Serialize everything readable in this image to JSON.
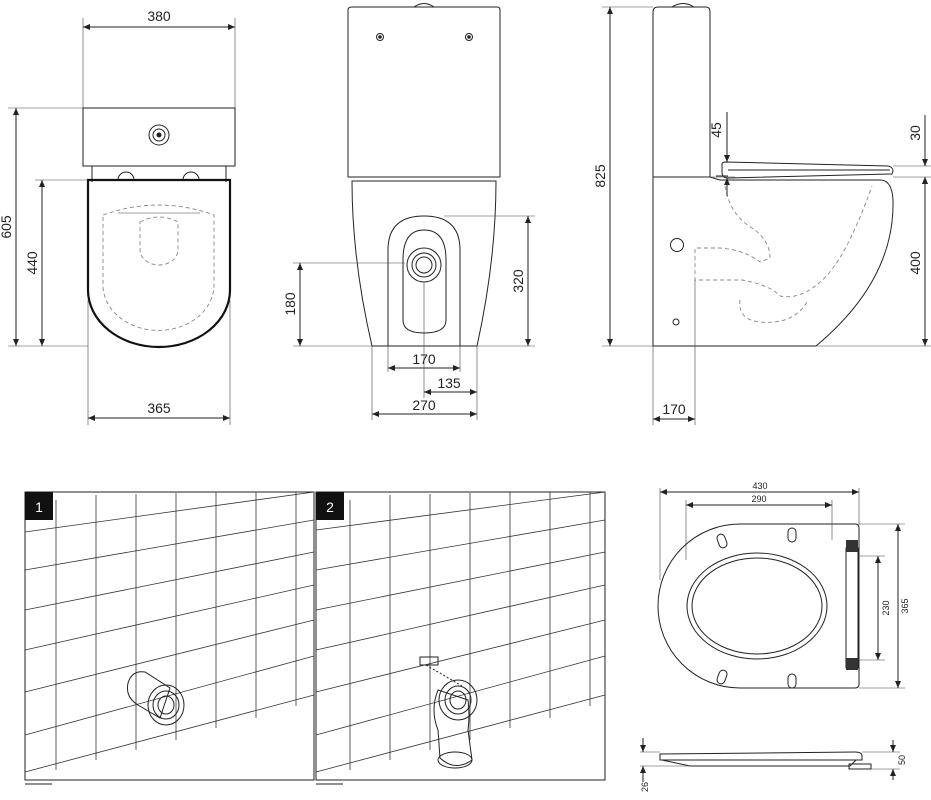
{
  "dimensions": {
    "front": {
      "top_width": "380",
      "total_height": "605",
      "seat_height": "440",
      "bottom_width": "365"
    },
    "back": {
      "outlet_height": "180",
      "outlet_axis": "320",
      "outlet_width": "170",
      "outlet_offset": "135",
      "base_width": "270"
    },
    "side": {
      "total_height": "825",
      "tank_gap": "45",
      "seat_thickness": "30",
      "rim_height": "400",
      "rear_offset": "170"
    },
    "seat": {
      "overall_length": "430",
      "hinge_spacing": "290",
      "inner_width": "230",
      "overall_width": "365",
      "closed_height": "50",
      "hinge_height": "26"
    }
  },
  "steps": [
    {
      "number": "1"
    },
    {
      "number": "2"
    }
  ]
}
